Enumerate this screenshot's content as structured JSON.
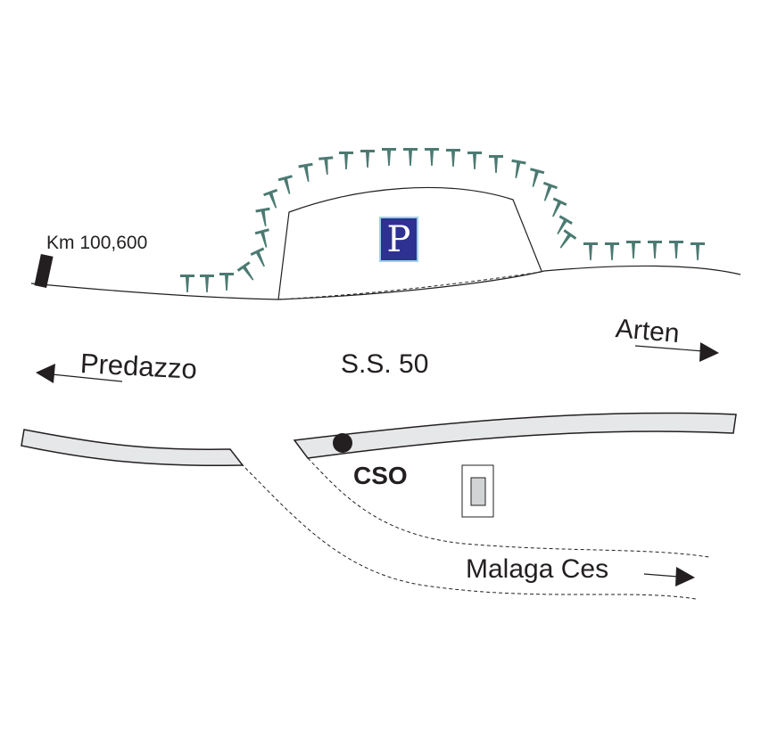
{
  "labels": {
    "km_marker": "Km 100,600",
    "predazzo": "Predazzo",
    "road": "S.S. 50",
    "arten": "Arten",
    "cso": "CSO",
    "malaga": "Malaga Ces",
    "parking": "P"
  },
  "colors": {
    "line": "#231f20",
    "road_fill": "#e6e7e8",
    "tree": "#4b7a72",
    "parking_bg": "#2e3192",
    "parking_border": "#9ad0ec",
    "building_fill": "#d1d3d4"
  },
  "icons": [
    "parking-sign",
    "km-marker-post",
    "cso-station-dot",
    "building-icon",
    "tree-symbols",
    "arrow-left-icon",
    "arrow-right-icon"
  ]
}
